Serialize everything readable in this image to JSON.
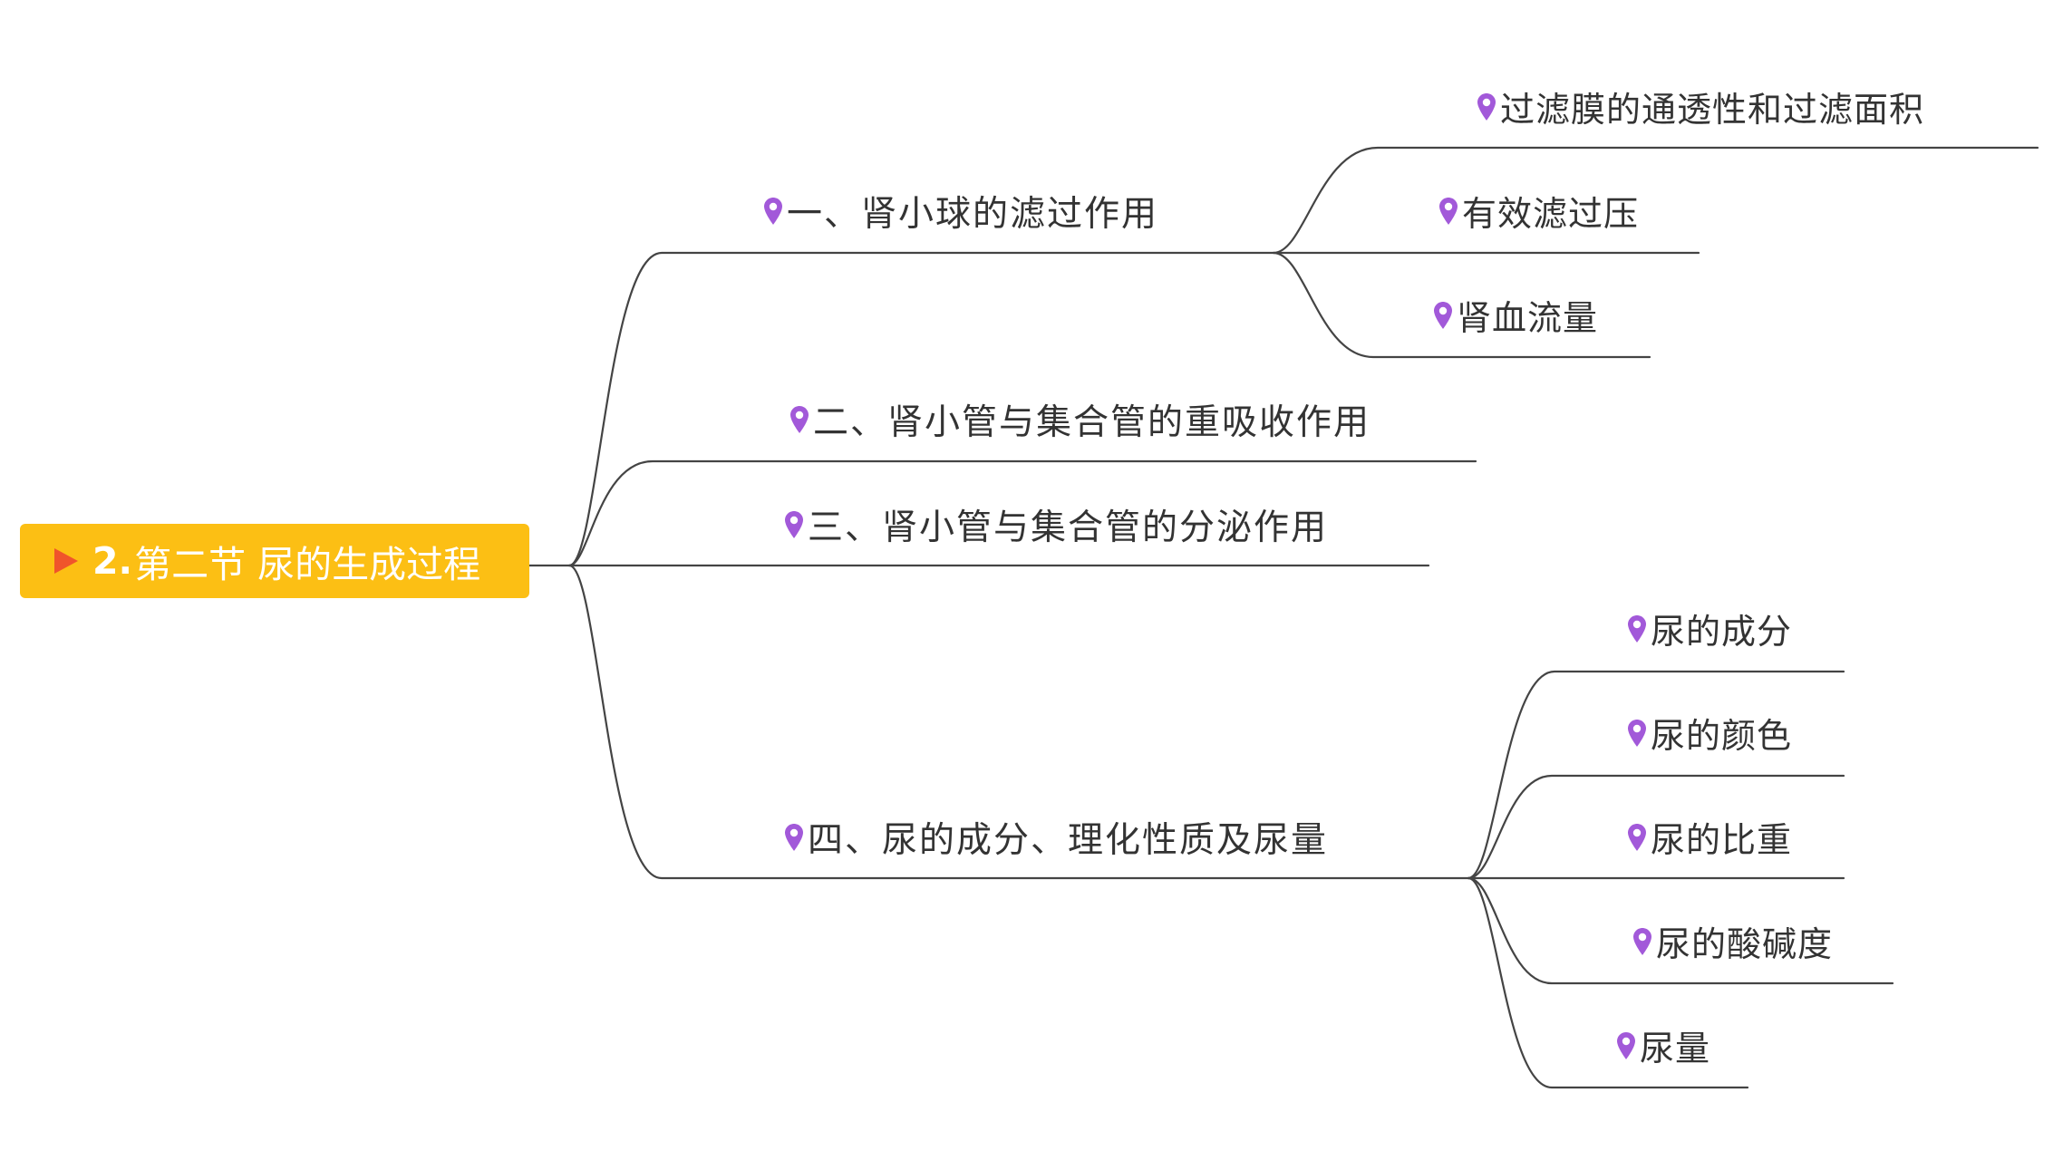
{
  "root": {
    "number": "2.",
    "title": "第二节 尿的生成过程"
  },
  "colors": {
    "root_fill": "#fcbf14",
    "root_text": "#ffffff",
    "arrow": "#f0542b",
    "pin": "#a259d9",
    "line": "#444444",
    "text": "#333333"
  },
  "icons": {
    "root": "play-arrow-icon",
    "node": "location-pin-icon"
  },
  "branches": [
    {
      "label": "一、肾小球的滤过作用",
      "children": [
        {
          "label": "过滤膜的通透性和过滤面积"
        },
        {
          "label": "有效滤过压"
        },
        {
          "label": "肾血流量"
        }
      ]
    },
    {
      "label": "二、肾小管与集合管的重吸收作用",
      "children": []
    },
    {
      "label": "三、肾小管与集合管的分泌作用",
      "children": []
    },
    {
      "label": "四、尿的成分、理化性质及尿量",
      "children": [
        {
          "label": "尿的成分"
        },
        {
          "label": "尿的颜色"
        },
        {
          "label": "尿的比重"
        },
        {
          "label": "尿的酸碱度"
        },
        {
          "label": "尿量"
        }
      ]
    }
  ]
}
